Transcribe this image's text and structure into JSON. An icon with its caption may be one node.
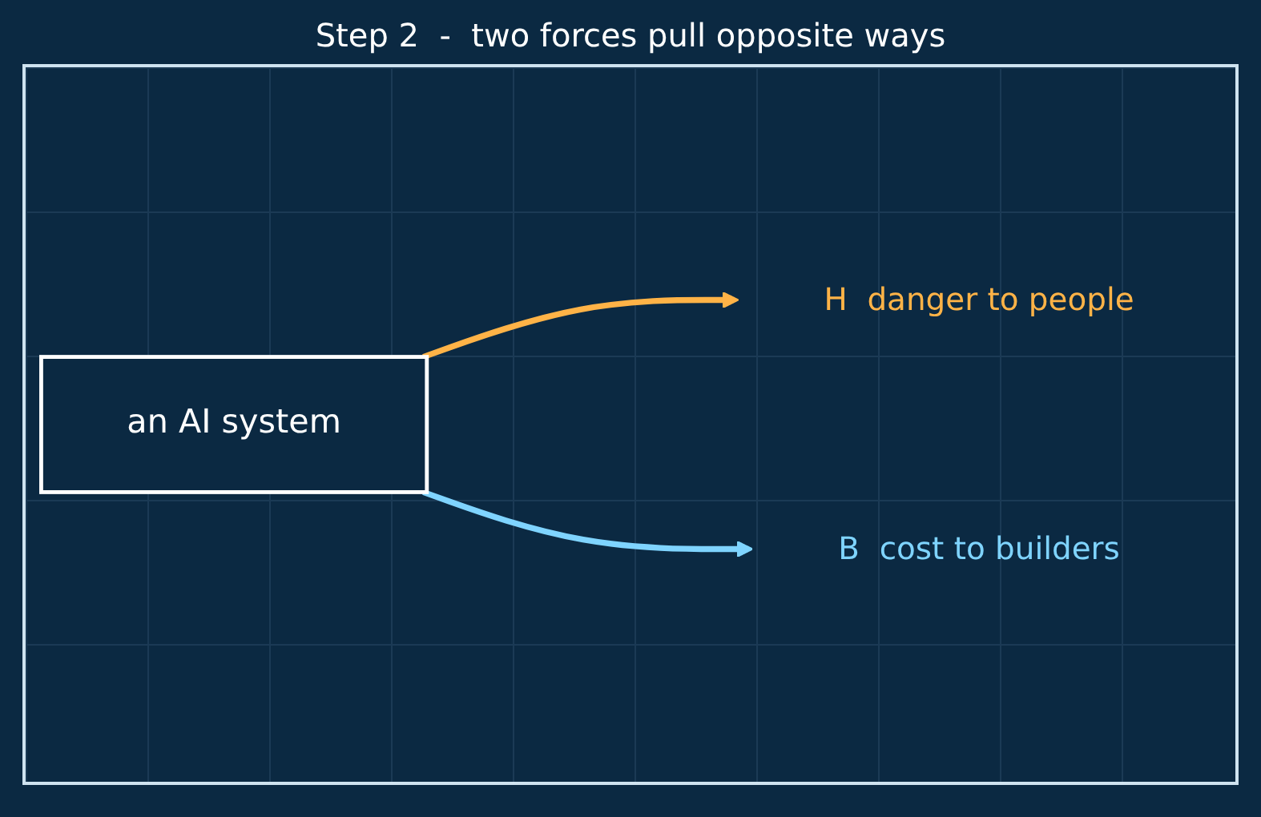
{
  "diagram": {
    "title": "Step 2  -  two forces pull opposite ways",
    "nodes": [
      {
        "text": [
          "an AI system"
        ]
      },
      {
        "text": [
          "H  danger to people"
        ]
      },
      {
        "text": [
          "B  cost to builders"
        ]
      }
    ],
    "edges": [
      {
        "from": 0,
        "to": 1,
        "arrow": "to",
        "color": "#ffb347"
      },
      {
        "from": 0,
        "to": 2,
        "arrow": "to",
        "color": "#7fd4ff"
      }
    ]
  }
}
